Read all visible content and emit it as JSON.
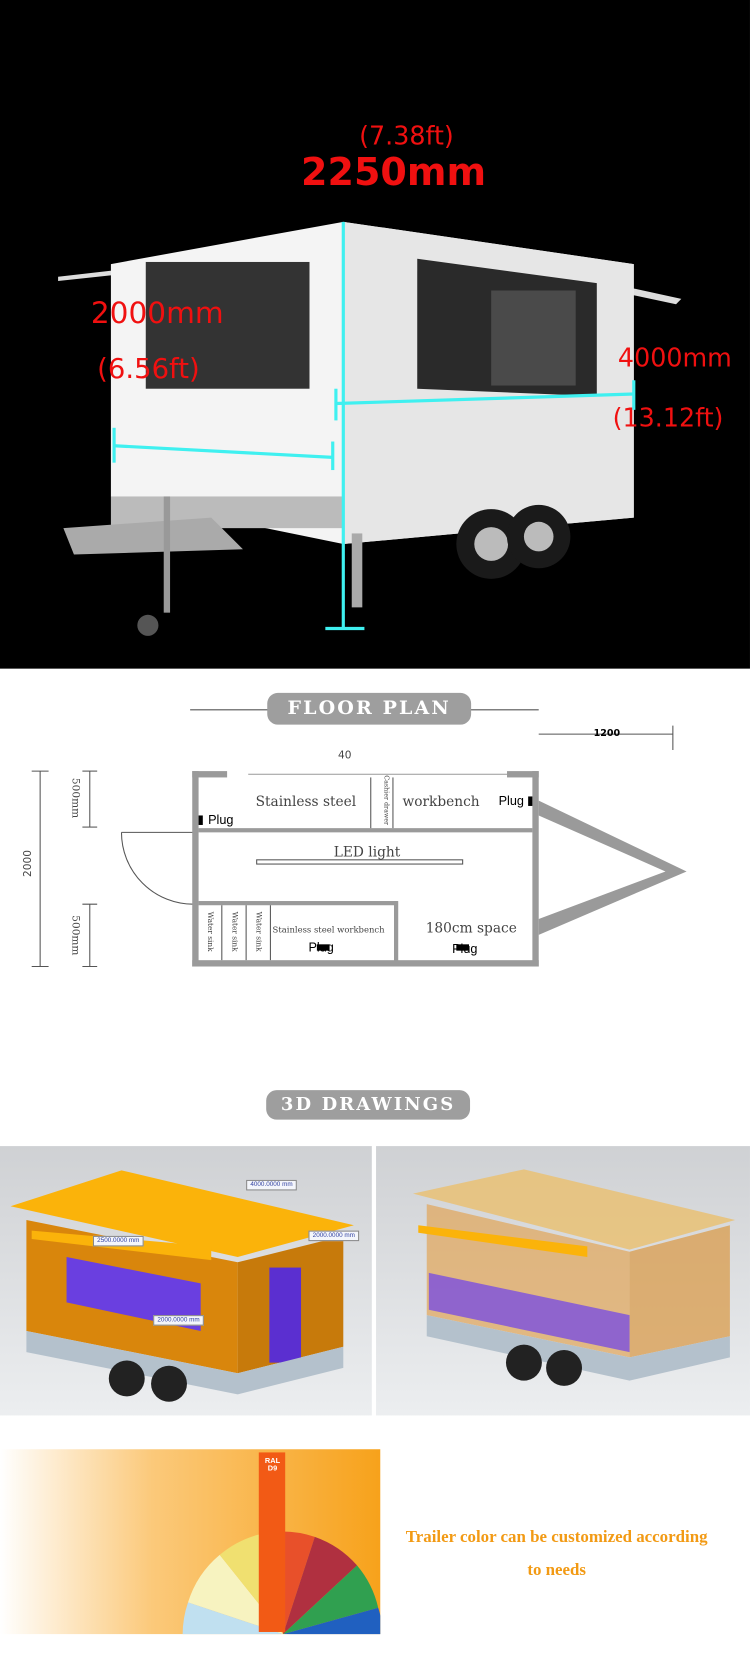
{
  "hero": {
    "height_ft": "(7.38ft)",
    "height_mm": "2250mm",
    "width_mm": "2000mm",
    "width_ft": "(6.56ft)",
    "length_mm": "4000mm",
    "length_ft": "(13.12ft)",
    "dimension_line_color": "#3ff0f0",
    "label_color": "#f01010"
  },
  "floor_plan": {
    "title": "FLOOR PLAN",
    "top_dim": "40",
    "hitch_dim": "1200",
    "overall_width": "2000",
    "upper_depth": "500mm",
    "lower_depth": "500mm",
    "workbench_left": "Stainless steel",
    "cashier_drawer": "Cashier drawer",
    "workbench_right": "workbench",
    "plug_labels": [
      "Plug",
      "Plug",
      "Plug",
      "Plug"
    ],
    "led_light": "LED light",
    "sinks": [
      "Water sink",
      "Water sink",
      "Water sink"
    ],
    "lower_workbench": "Stainless steel workbench",
    "space": "180cm space"
  },
  "drawings_3d": {
    "title": "3D DRAWINGS",
    "dims": [
      "4000.0000 mm",
      "2500.0000 mm",
      "2000.0000 mm",
      "2000.0000 mm"
    ]
  },
  "color_section": {
    "swatch_brand": "RAL D9",
    "slogan_line1": "Trailer color can be customized according",
    "slogan_line2": "to needs"
  }
}
